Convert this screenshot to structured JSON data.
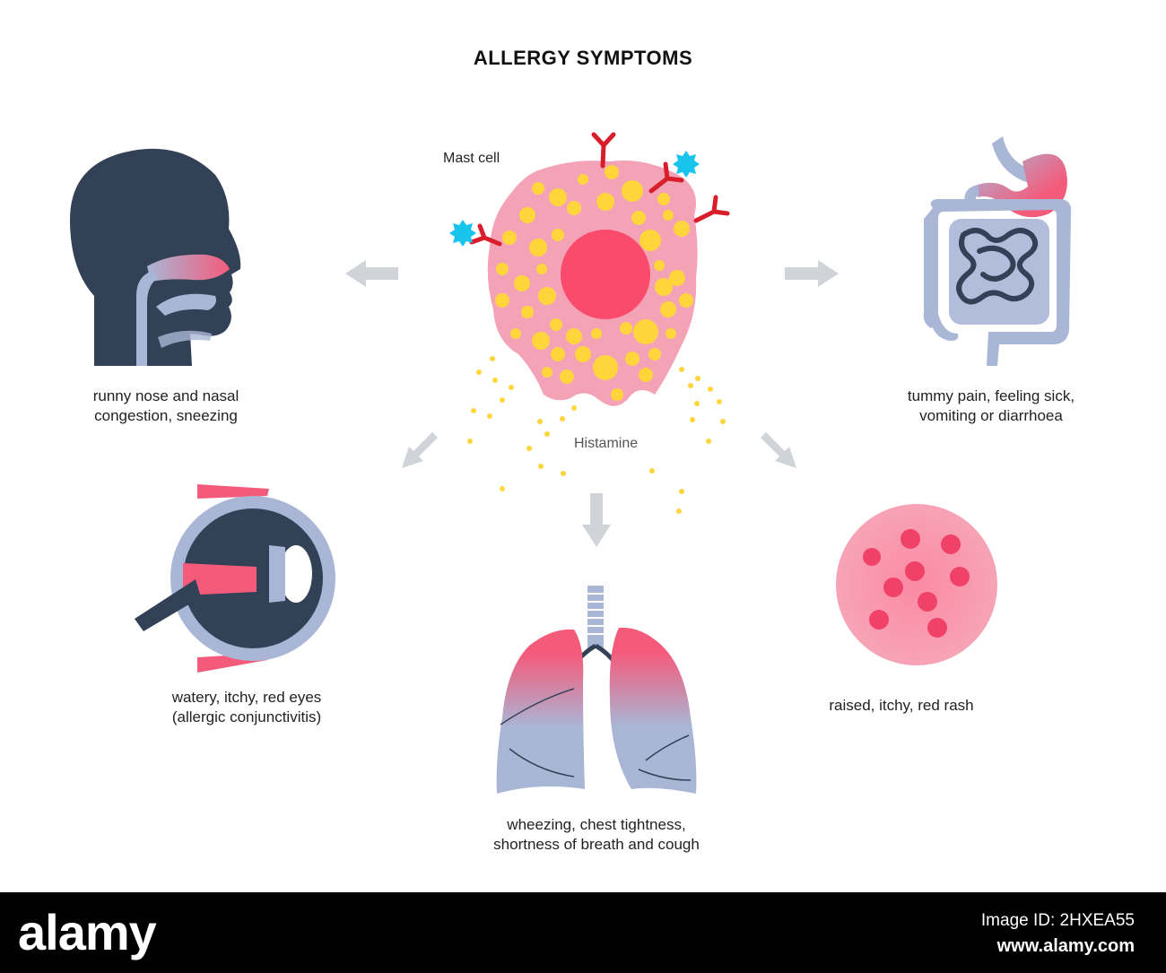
{
  "title": "ALLERGY SYMPTOMS",
  "center": {
    "mast_cell_label": "Mast cell",
    "histamine_label": "Histamine"
  },
  "symptoms": {
    "nose": [
      "runny nose and nasal",
      "congestion, sneezing"
    ],
    "gut": [
      "tummy pain, feeling sick,",
      "vomiting or diarrhoea"
    ],
    "eye": [
      "watery, itchy, red eyes",
      "(allergic conjunctivitis)"
    ],
    "skin": [
      "raised, itchy, red rash"
    ],
    "lungs": [
      "wheezing, chest tightness,",
      "shortness of breath and cough"
    ]
  },
  "footer": {
    "brand": "alamy",
    "image_id": "Image ID: 2HXEA55",
    "site": "www.alamy.com"
  },
  "colors": {
    "organ_dark": "#334157",
    "organ_light": "#a9b6d6",
    "accent_pink": "#f45b7b",
    "cell_pink": "#f4a3b6",
    "granule_yellow": "#fed63c",
    "arrow_gray": "#d0d4d8",
    "antibody_red": "#d81e2a",
    "allergen_cyan": "#18c4ec"
  }
}
